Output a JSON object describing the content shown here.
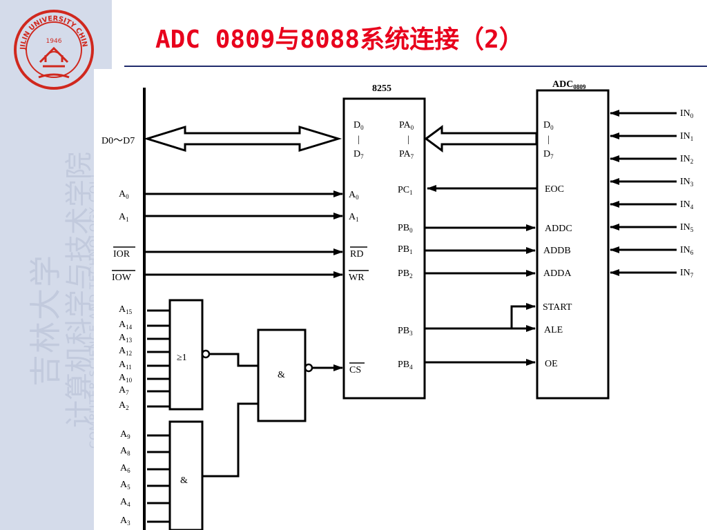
{
  "slide": {
    "title": "ADC 0809与8088系统连接（2）",
    "watermark_cn_1": "吉林大学",
    "watermark_cn_2": "计算机科学与技术学院",
    "watermark_en": "COMPUTER SCIENCE AND TECHNOLOGY COLL",
    "logo": {
      "arc_text": "JILIN UNIVERSITY CHINA",
      "year": "1946",
      "icon": "university-seal-icon",
      "color": "#d0281e"
    },
    "colors": {
      "title": "#e8001c",
      "sidebar": "#d4dbea",
      "rule": "#1f2a6b"
    }
  },
  "diagram": {
    "bus_label": "D0～D7",
    "chip_8255": {
      "name": "8255",
      "left_pins": [
        "D0",
        "|",
        "D7",
        "A0",
        "A1",
        "RD",
        "WR",
        "CS"
      ],
      "right_pins": [
        "PA0",
        "|",
        "PA7",
        "PC1",
        "PB0",
        "PB1",
        "PB2",
        "PB3",
        "PB4"
      ]
    },
    "chip_adc": {
      "name": "ADC0809",
      "left_pins": [
        "D0",
        "|",
        "D7",
        "EOC",
        "ADDC",
        "ADDB",
        "ADDA",
        "START",
        "ALE",
        "OE"
      ],
      "inputs": [
        "IN0",
        "IN1",
        "IN2",
        "IN3",
        "IN4",
        "IN5",
        "IN6",
        "IN7"
      ]
    },
    "cpu_signals": [
      "A0",
      "A1",
      "IOR",
      "IOW"
    ],
    "gate_or": {
      "symbol": "≥1",
      "inputs": [
        "A15",
        "A14",
        "A13",
        "A12",
        "A11",
        "A10",
        "A7",
        "A2"
      ]
    },
    "gate_and_low": {
      "symbol": "&",
      "inputs": [
        "A9",
        "A8",
        "A6",
        "A5",
        "A4",
        "A3"
      ]
    },
    "gate_and_out": {
      "symbol": "&"
    }
  }
}
